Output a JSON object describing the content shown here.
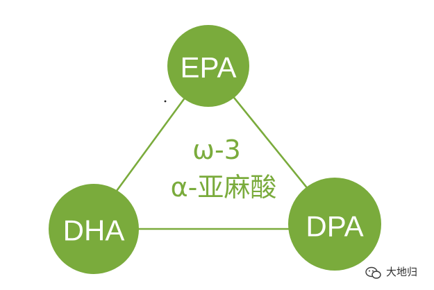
{
  "colors": {
    "accent": "#7aab3c",
    "node_text": "#ffffff",
    "background": "#ffffff"
  },
  "nodes": {
    "top": "EPA",
    "left": "DHA",
    "right": "DPA"
  },
  "center": {
    "line1": "ω-3",
    "line2": "α-亚麻酸"
  },
  "watermark": {
    "icon": "wechat-icon",
    "text": "大地归"
  }
}
